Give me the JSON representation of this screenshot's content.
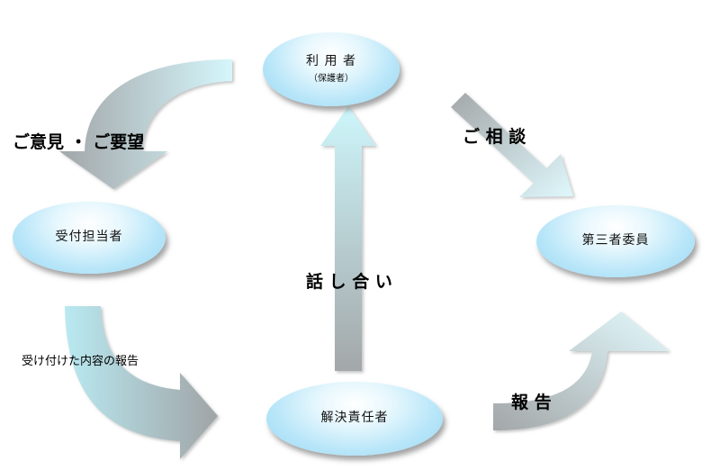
{
  "nodes": {
    "user": {
      "label": "利 用 者",
      "sub": "（保護者）"
    },
    "receptionist": {
      "label": "受付担当者"
    },
    "third_party": {
      "label": "第三者委員"
    },
    "resolver": {
      "label": "解決責任者"
    }
  },
  "edge_labels": {
    "opinion": "ご意見 ・ ご要望",
    "consult": "ご 相 談",
    "discussion": "話 し 合 い",
    "report_received": "受け付けた内容の報告",
    "report": "報 告"
  }
}
